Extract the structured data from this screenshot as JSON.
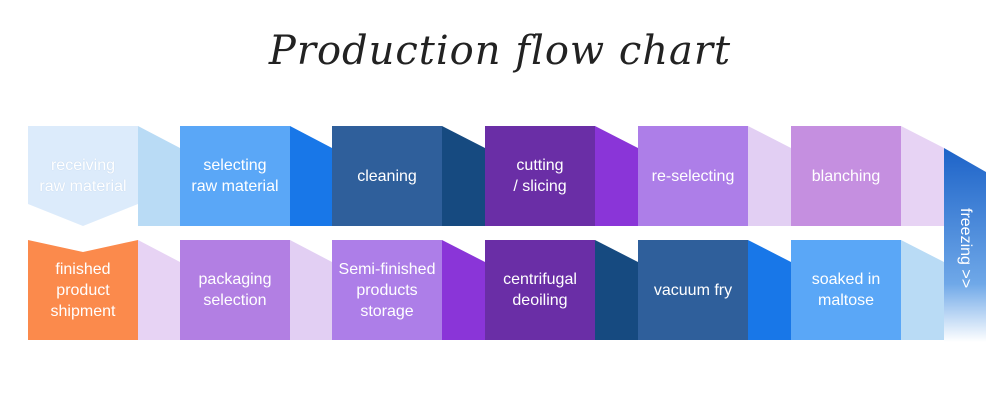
{
  "title": "Production flow chart",
  "steps_top": [
    {
      "label": "receiving\nraw material",
      "color": "#dcebfb"
    },
    {
      "label": "selecting\nraw material",
      "color": "#5aa7f7"
    },
    {
      "label": "cleaning",
      "color": "#2f5f9b"
    },
    {
      "label": "cutting\n/ slicing",
      "color": "#6a2ea6"
    },
    {
      "label": "re-selecting",
      "color": "#ad7ee8"
    },
    {
      "label": "blanching",
      "color": "#c58fe0"
    }
  ],
  "connectors_top": [
    "#b9dbf5",
    "#1877e8",
    "#164a80",
    "#8a35d8",
    "#e2cff3",
    "#e7d3f4"
  ],
  "freezing": {
    "label": "freezing >>",
    "color": "#1d63c8"
  },
  "steps_bottom": [
    {
      "label": "soaked in\nmaltose",
      "color": "#5aa7f7"
    },
    {
      "label": "vacuum fry",
      "color": "#2f5f9b"
    },
    {
      "label": "centrifugal\ndeoiling",
      "color": "#6a2ea6"
    },
    {
      "label": "Semi-finished\nproducts\nstorage",
      "color": "#ad7ee8"
    },
    {
      "label": "packaging\nselection",
      "color": "#b27fe3"
    },
    {
      "label": "finished\nproduct\nshipment",
      "color": "#fb8a4c"
    }
  ],
  "connectors_bottom": [
    "#b9dbf5",
    "#1877e8",
    "#164a80",
    "#8a35d8",
    "#e2cff3",
    "#e7d3f4"
  ]
}
